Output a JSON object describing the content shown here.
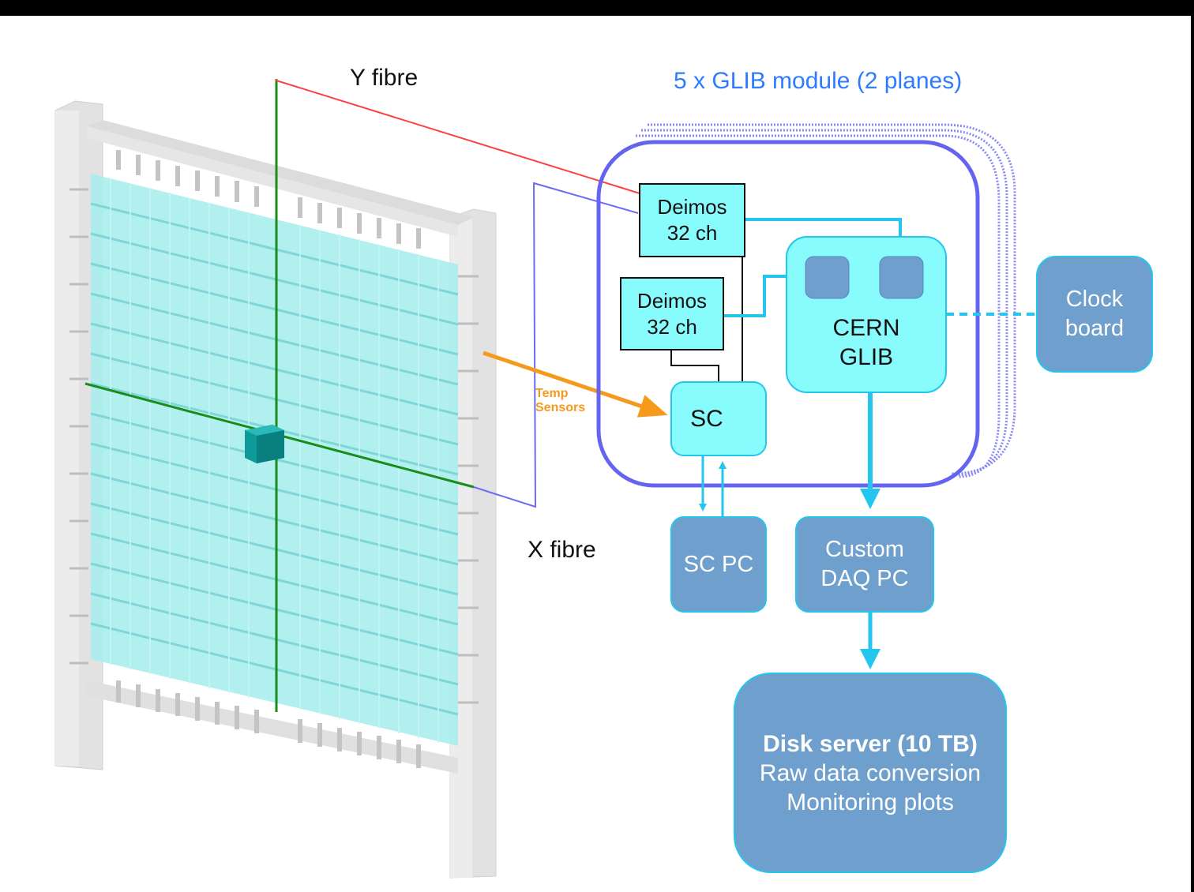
{
  "labels": {
    "y_fibre": "Y fibre",
    "x_fibre": "X fibre",
    "glib_module": "5 x GLIB module (2 planes)",
    "temp_sensors_1": "Temp",
    "temp_sensors_2": "Sensors"
  },
  "boxes": {
    "deimos_top": {
      "line1": "Deimos",
      "line2": "32 ch"
    },
    "deimos_bottom": {
      "line1": "Deimos",
      "line2": "32 ch"
    },
    "cern_glib": {
      "line1": "CERN",
      "line2": "GLIB"
    },
    "sc": {
      "text": "SC"
    },
    "clock_board": {
      "line1": "Clock",
      "line2": "board"
    },
    "sc_pc": {
      "text": "SC PC"
    },
    "daq_pc": {
      "line1": "Custom",
      "line2": "DAQ PC"
    },
    "disk_server": {
      "line1": "Disk server (10 TB)",
      "line2": "Raw data conversion",
      "line3": "Monitoring plots"
    }
  },
  "colors": {
    "cyan_box": "#88fcfc",
    "cyan_line": "#24c6ee",
    "steel_box": "#6f9fcd",
    "module_border": "#6464f0",
    "y_fibre_line": "#ff4040",
    "x_fibre_line": "#6b6bf5",
    "temp_arrow": "#f59a1c",
    "green_line": "#1a8c1a"
  }
}
